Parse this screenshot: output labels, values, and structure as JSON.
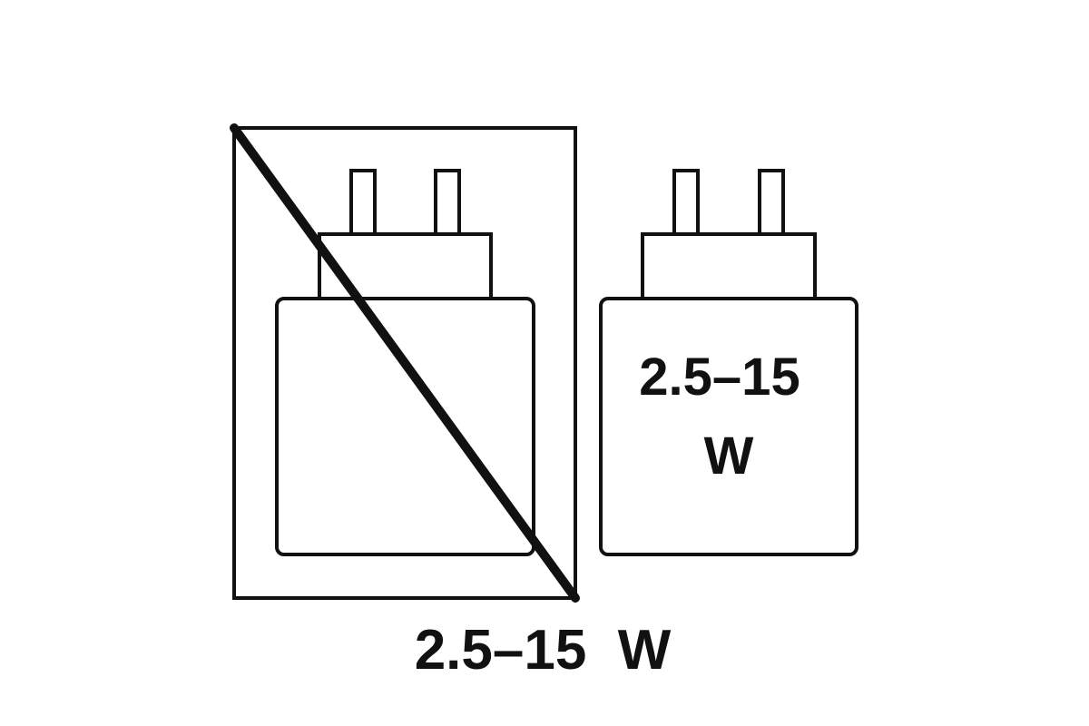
{
  "charger_label": "2.5–15",
  "charger_unit": "W",
  "bottom_label": "2.5–15  W",
  "colors": {
    "stroke": "#111111",
    "background": "#ffffff"
  }
}
